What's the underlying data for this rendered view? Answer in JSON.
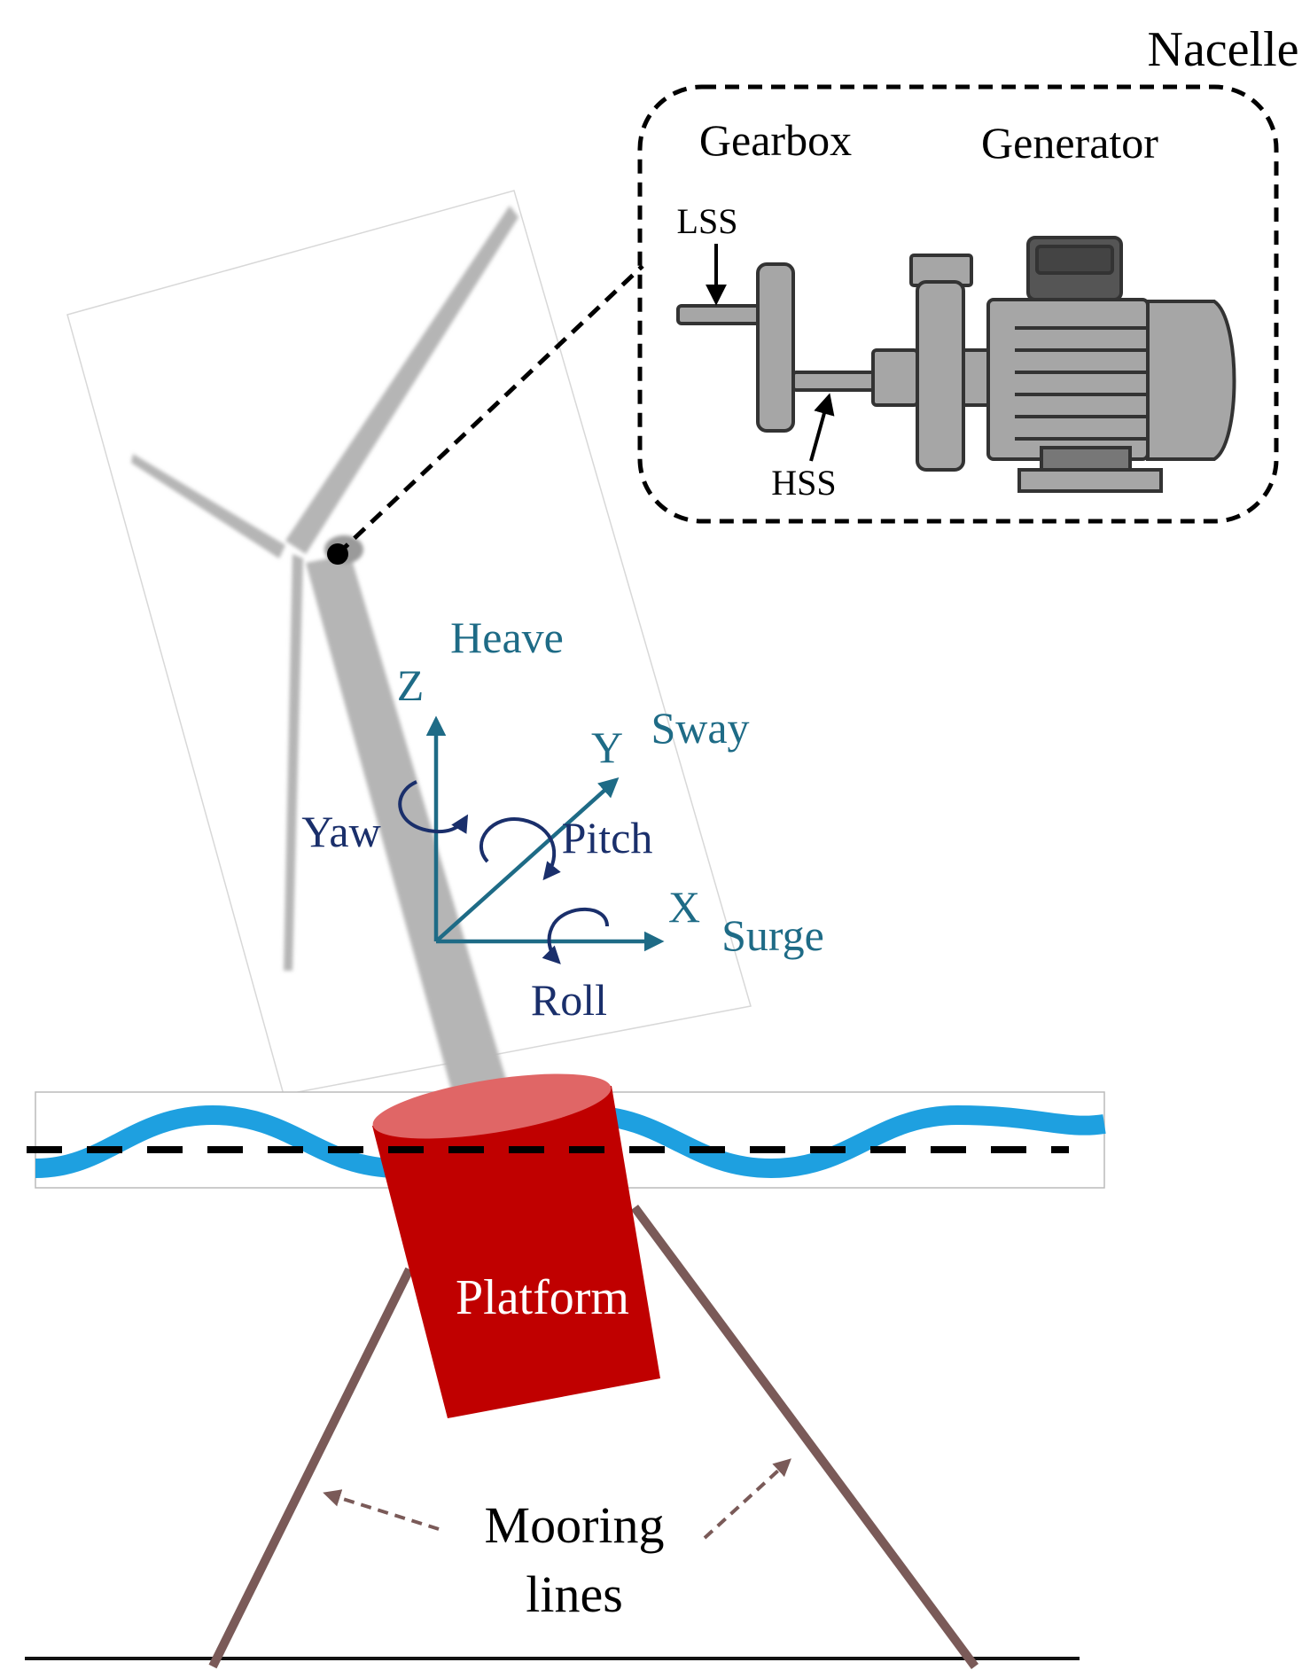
{
  "nacelle": {
    "title": "Nacelle",
    "gearbox_label": "Gearbox",
    "generator_label": "Generator",
    "lss_label": "LSS",
    "hss_label": "HSS"
  },
  "axes": {
    "z_label": "Z",
    "y_label": "Y",
    "x_label": "X",
    "heave_label": "Heave",
    "sway_label": "Sway",
    "surge_label": "Surge",
    "yaw_label": "Yaw",
    "pitch_label": "Pitch",
    "roll_label": "Roll"
  },
  "platform": {
    "label": "Platform"
  },
  "mooring": {
    "label_line1": "Mooring",
    "label_line2": "lines"
  },
  "colors": {
    "axis_teal": "#1e6b86",
    "rotation_navy": "#1a2f6b",
    "platform_red": "#c00000",
    "platform_top": "#e06666",
    "water_blue": "#1ea0e0",
    "mooring_brown": "#7a5a58",
    "turbine_gray": "#b5b5b5"
  }
}
